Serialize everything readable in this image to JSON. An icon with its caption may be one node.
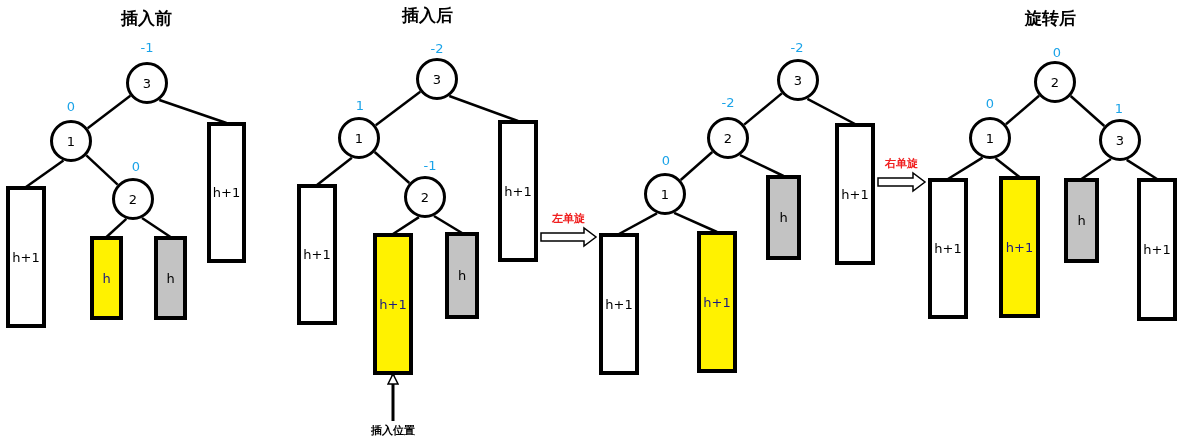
{
  "diagram": {
    "nodes": [
      {
        "text": [
          "3"
        ],
        "beside": [
          "-1"
        ]
      },
      {
        "text": [
          "1"
        ],
        "beside": [
          "0"
        ]
      },
      {
        "text": [
          "h+1"
        ]
      },
      {
        "text": [
          "2"
        ],
        "beside": [
          "0"
        ]
      },
      {
        "text": [
          "h"
        ]
      },
      {
        "text": [
          "h"
        ]
      },
      {
        "text": [
          "h+1"
        ]
      },
      {
        "text": [
          "3"
        ],
        "beside": [
          "-2"
        ]
      },
      {
        "text": [
          "1"
        ],
        "beside": [
          "1"
        ]
      },
      {
        "text": [
          "h+1"
        ]
      },
      {
        "text": [
          "2"
        ],
        "beside": [
          "-1"
        ]
      },
      {
        "text": [
          "h+1"
        ]
      },
      {
        "text": [
          "h"
        ]
      },
      {
        "text": [
          "h+1"
        ]
      },
      {
        "text": [
          "插入位置"
        ]
      },
      {
        "text": [
          "3"
        ],
        "beside": [
          "-2"
        ]
      },
      {
        "text": [
          "2"
        ],
        "beside": [
          "-2"
        ]
      },
      {
        "text": [
          "1"
        ],
        "beside": [
          "0"
        ]
      },
      {
        "text": [
          "h+1"
        ]
      },
      {
        "text": [
          "h+1"
        ]
      },
      {
        "text": [
          "h"
        ]
      },
      {
        "text": [
          "h+1"
        ]
      },
      {
        "text": [
          "2"
        ],
        "beside": [
          "0"
        ]
      },
      {
        "text": [
          "1"
        ],
        "beside": [
          "0"
        ]
      },
      {
        "text": [
          "3"
        ],
        "beside": [
          "1"
        ]
      },
      {
        "text": [
          "h+1"
        ]
      },
      {
        "text": [
          "h+1"
        ]
      },
      {
        "text": [
          "h"
        ]
      },
      {
        "text": [
          "h+1"
        ]
      }
    ],
    "edges": [
      {
        "from": 0,
        "to": 1,
        "arrow": "none"
      },
      {
        "from": 1,
        "to": 2,
        "arrow": "none"
      },
      {
        "from": 1,
        "to": 3,
        "arrow": "none"
      },
      {
        "from": 3,
        "to": 4,
        "arrow": "none"
      },
      {
        "from": 3,
        "to": 5,
        "arrow": "none"
      },
      {
        "from": 0,
        "to": 6,
        "arrow": "none"
      },
      {
        "from": 7,
        "to": 8,
        "arrow": "none"
      },
      {
        "from": 8,
        "to": 9,
        "arrow": "none"
      },
      {
        "from": 8,
        "to": 10,
        "arrow": "none"
      },
      {
        "from": 10,
        "to": 11,
        "arrow": "none"
      },
      {
        "from": 10,
        "to": 12,
        "arrow": "none"
      },
      {
        "from": 7,
        "to": 13,
        "arrow": "none"
      },
      {
        "from": 14,
        "to": 11,
        "arrow": "to"
      },
      {
        "from": 13,
        "to": 18,
        "arrow": "to",
        "label": "左单旋",
        "style": "thick"
      },
      {
        "from": 15,
        "to": 16,
        "arrow": "none"
      },
      {
        "from": 16,
        "to": 17,
        "arrow": "none"
      },
      {
        "from": 17,
        "to": 18,
        "arrow": "none"
      },
      {
        "from": 17,
        "to": 19,
        "arrow": "none"
      },
      {
        "from": 16,
        "to": 20,
        "arrow": "none"
      },
      {
        "from": 15,
        "to": 21,
        "arrow": "none"
      },
      {
        "from": 22,
        "to": 23,
        "arrow": "none"
      },
      {
        "from": 22,
        "to": 24,
        "arrow": "none"
      },
      {
        "from": 23,
        "to": 25,
        "arrow": "none"
      },
      {
        "from": 23,
        "to": 26,
        "arrow": "none"
      },
      {
        "from": 24,
        "to": 27,
        "arrow": "none"
      },
      {
        "from": 24,
        "to": 28,
        "arrow": "none"
      },
      {
        "from": 21,
        "to": 25,
        "arrow": "to",
        "label": "右单旋",
        "style": "thick"
      }
    ],
    "labels": [
      "插入前",
      "插入后",
      "旋转后"
    ]
  }
}
